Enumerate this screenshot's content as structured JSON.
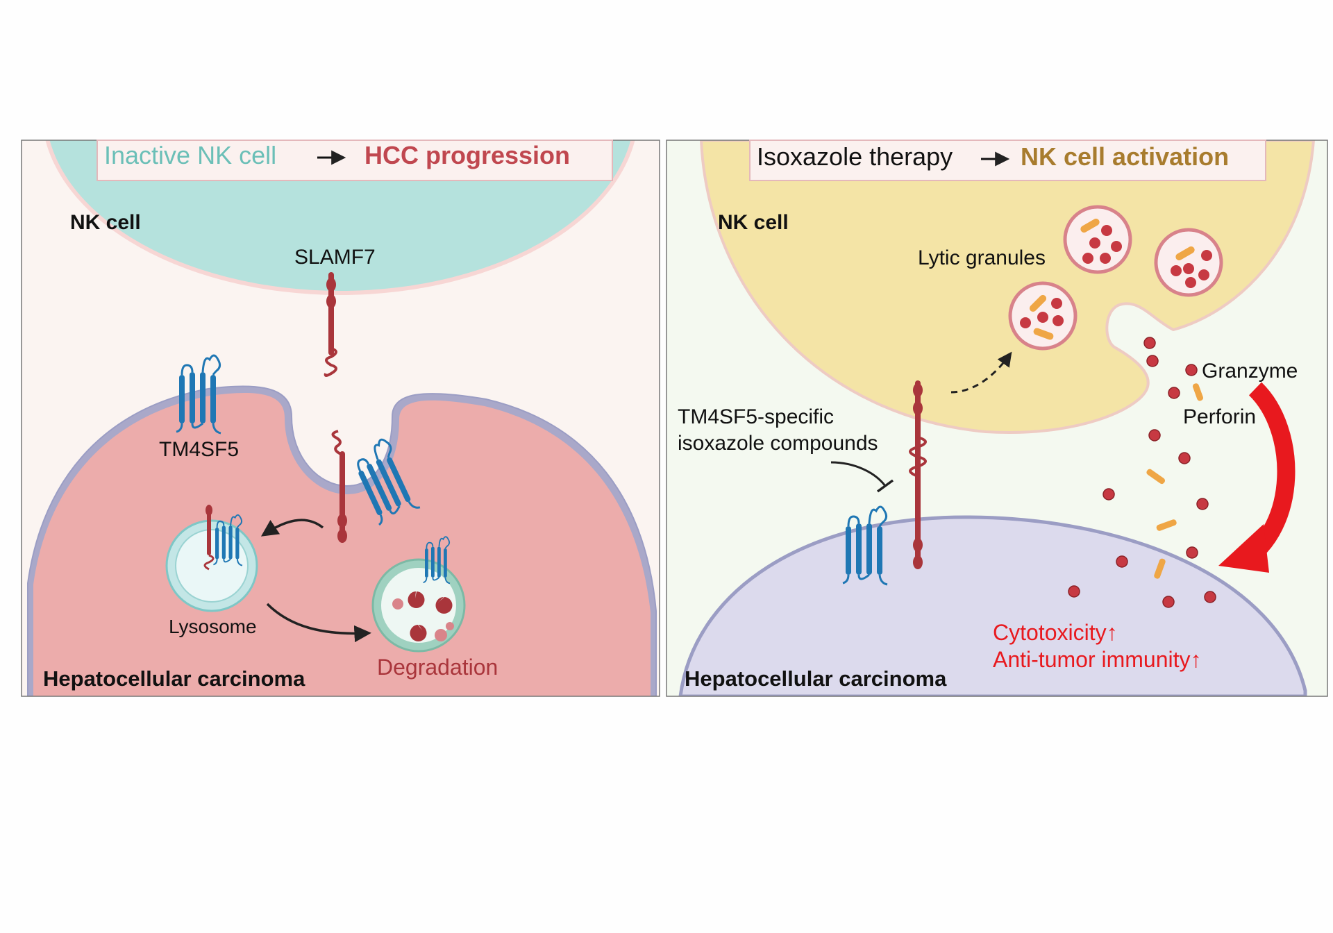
{
  "left_panel": {
    "title_part1": "Inactive NK cell",
    "title_part2": "HCC progression",
    "nk_label": "NK cell",
    "slamf7_label": "SLAMF7",
    "tm4sf5_label": "TM4SF5",
    "lysosome_label": "Lysosome",
    "degradation_label": "Degradation",
    "hcc_label": "Hepatocellular carcinoma"
  },
  "right_panel": {
    "title_part1": "Isoxazole therapy",
    "title_part2": "NK cell activation",
    "nk_label": "NK cell",
    "lytic_label": "Lytic granules",
    "granzyme_label": "Granzyme",
    "perforin_label": "Perforin",
    "compound_line1": "TM4SF5-specific",
    "compound_line2": "isoxazole compounds",
    "effect_line1": "Cytotoxicity↑",
    "effect_line2": "Anti-tumor immunity↑",
    "hcc_label": "Hepatocellular carcinoma"
  },
  "colors": {
    "nk_left": "#b5e2dd",
    "hcc_left": "#ecacab",
    "nk_right": "#f4e4a6",
    "hcc_right": "#dcdaed",
    "slamf7": "#a9353b",
    "tm4sf5": "#1f77b4",
    "title_teal": "#6bbfb7",
    "title_red": "#c0474f",
    "title_gold": "#a87c2e",
    "effect_red": "#e8191e"
  }
}
